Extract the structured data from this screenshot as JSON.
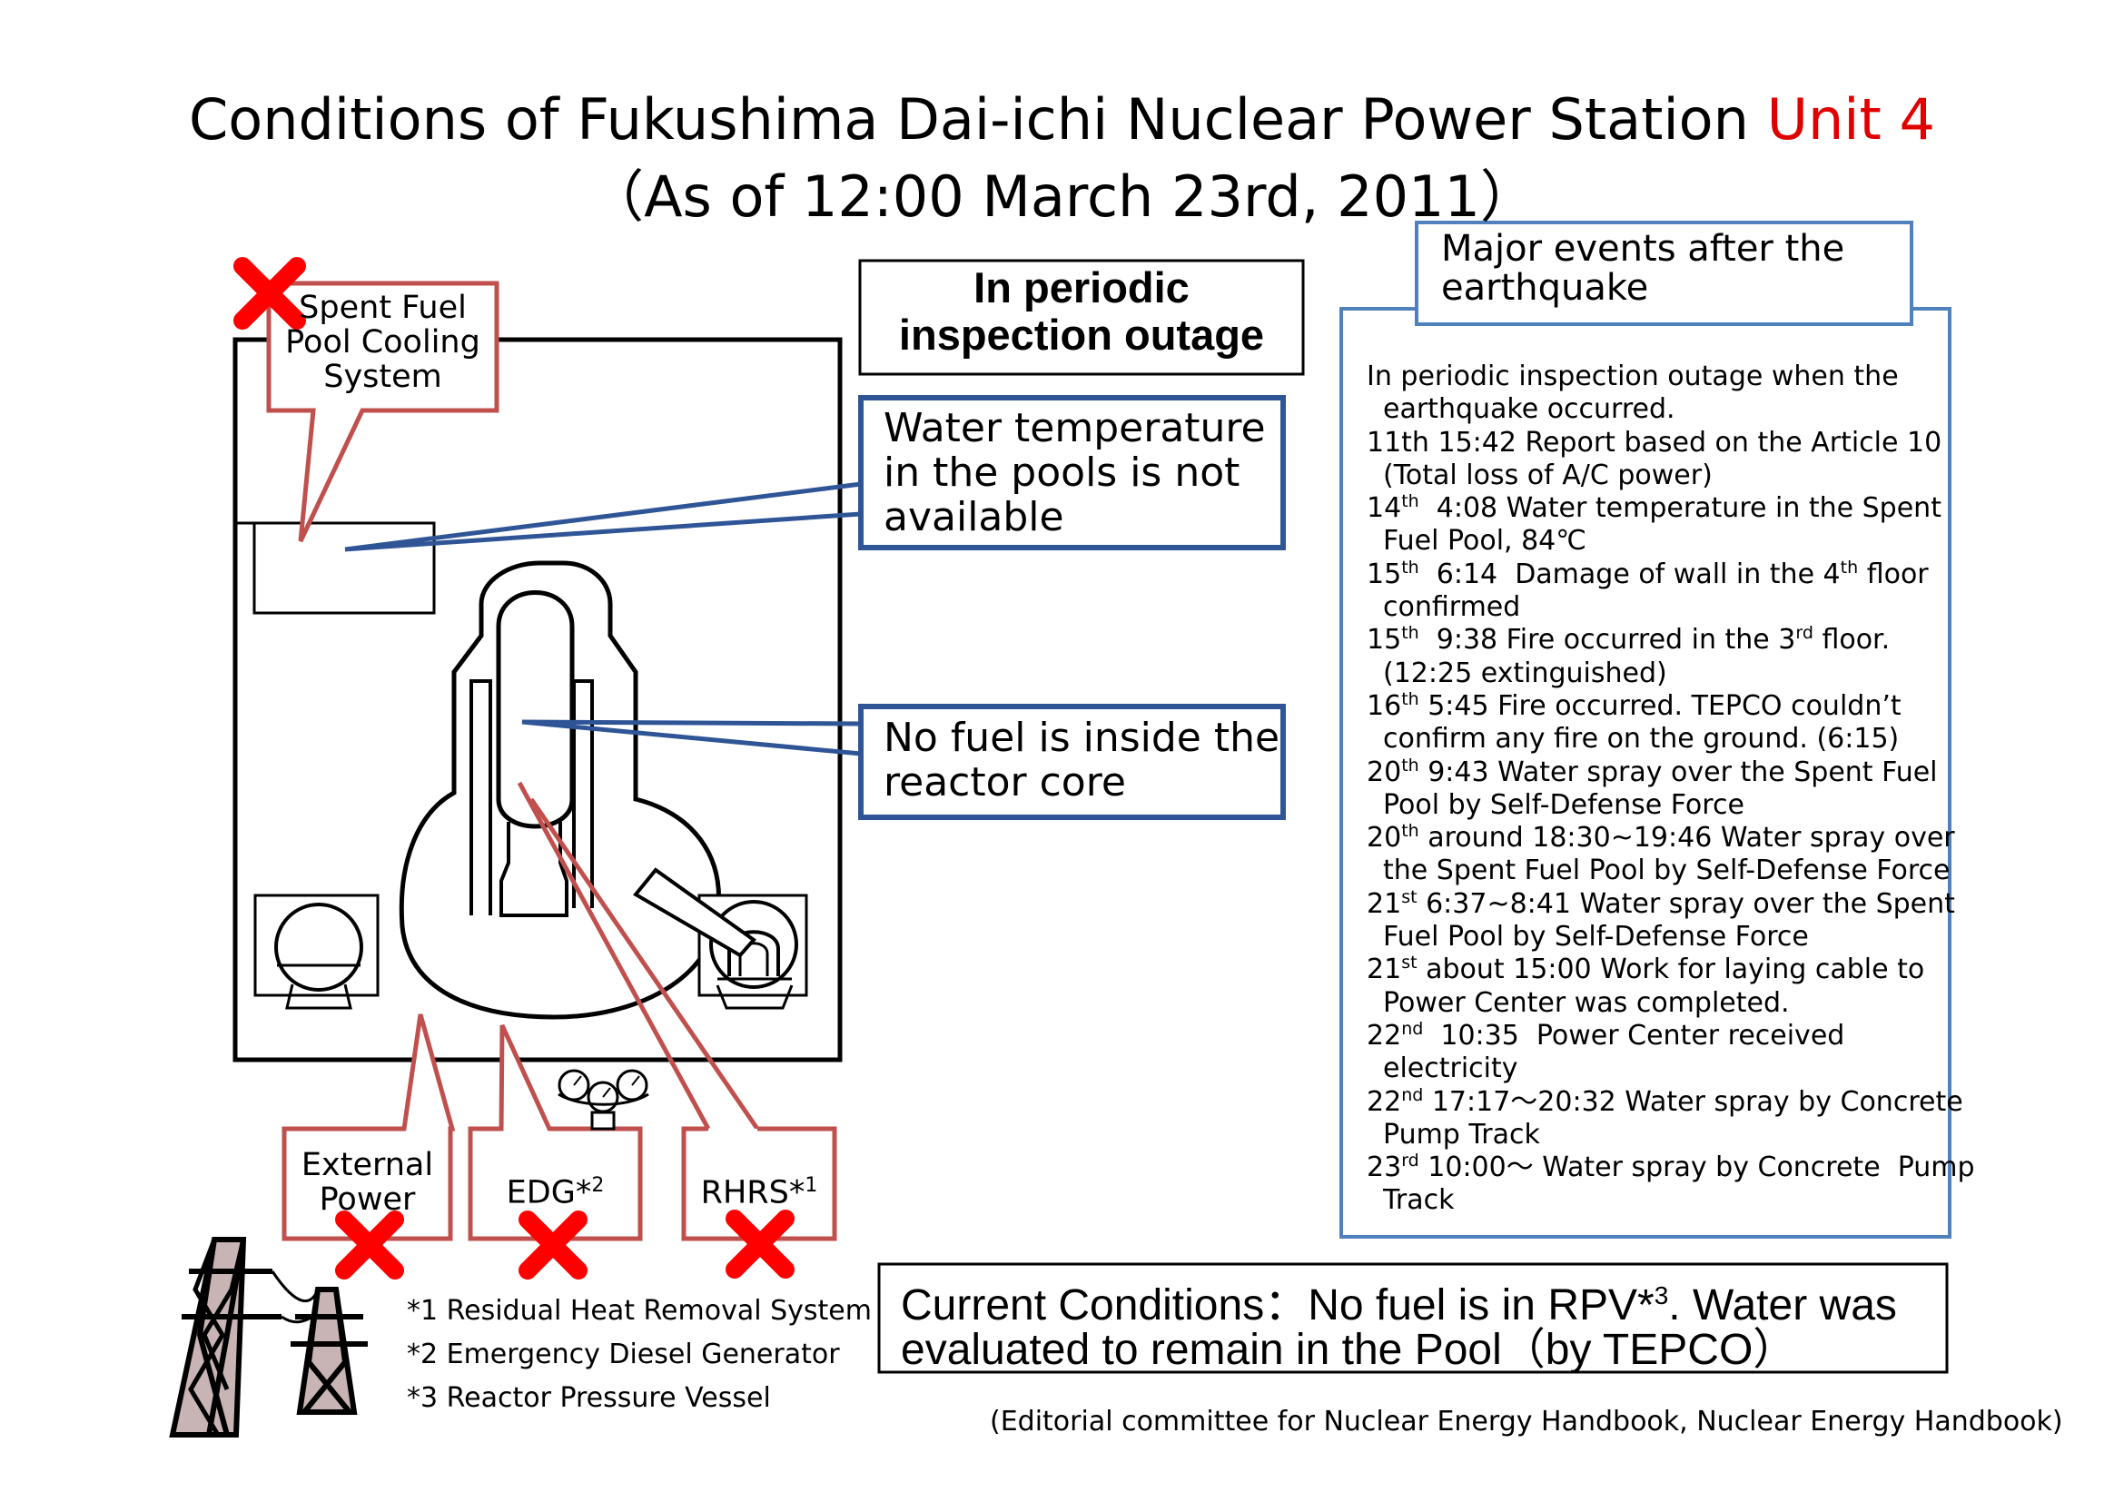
{
  "title": {
    "line1": "Conditions of Fukushima Dai-ichi Nuclear Power Station ",
    "unit": "Unit 4",
    "line2": "（As of 12:00 March 23rd, 2011）"
  },
  "status_box": {
    "line1": "In periodic",
    "line2": "inspection outage"
  },
  "callouts": {
    "spent_fuel_pool_cooling": {
      "line1": "Spent Fuel",
      "line2": "Pool Cooling",
      "line3": "System"
    },
    "water_temperature": {
      "line1": "Water temperature",
      "line2": "in the pools is not",
      "line3": "available"
    },
    "no_fuel_core": {
      "line1": "No fuel is inside the",
      "line2": "reactor core"
    },
    "external_power": {
      "line1": "External",
      "line2": "Power"
    },
    "edg": {
      "label": "EDG*",
      "sup": "2"
    },
    "rhrs": {
      "label": "RHRS*",
      "sup": "1"
    }
  },
  "events": {
    "title_line1": "Major events after the",
    "title_line2": "earthquake",
    "items": [
      {
        "a": "In periodic inspection outage when the",
        "b": "earthquake occurred."
      },
      {
        "a": "11th 15:42 Report based on the Article 10",
        "b": "(Total loss of A/C power)"
      },
      {
        "d": "14",
        "s": "th",
        "a": "  4:08 Water temperature in the Spent",
        "b": "Fuel Pool, 84℃"
      },
      {
        "d": "15",
        "s": "th",
        "a": "  6:14  Damage of wall in the 4",
        "s2": "th",
        "a2": " floor",
        "b": "confirmed"
      },
      {
        "d": "15",
        "s": "th",
        "a": "  9:38 Fire occurred in the 3",
        "s2": "rd",
        "a2": " floor.",
        "b": "(12:25 extinguished)"
      },
      {
        "d": "16",
        "s": "th",
        "a": " 5:45 Fire occurred. TEPCO couldn’t",
        "b": "confirm any fire on the ground. (6:15)"
      },
      {
        "d": "20",
        "s": "th",
        "a": " 9:43 Water spray over the Spent Fuel",
        "b": "Pool by Self-Defense Force"
      },
      {
        "d": "20",
        "s": "th",
        "a": " around 18:30~19:46 Water spray over",
        "b": "the Spent Fuel Pool by Self-Defense Force"
      },
      {
        "d": "21",
        "s": "st",
        "a": " 6:37~8:41 Water spray over the Spent",
        "b": "Fuel Pool by Self-Defense Force"
      },
      {
        "d": "21",
        "s": "st",
        "a": " about 15:00 Work for laying cable to",
        "b": "Power Center was completed."
      },
      {
        "d": "22",
        "s": "nd",
        "a": "  10:35  Power Center received",
        "b": "electricity"
      },
      {
        "d": "22",
        "s": "nd",
        "a": " 17:17～20:32 Water spray by Concrete",
        "b": "Pump Track"
      },
      {
        "d": "23",
        "s": "rd",
        "a": " 10:00～ Water spray by Concrete  Pump",
        "b": "Track"
      }
    ]
  },
  "current_conditions": {
    "prefix": "Current Conditions：No fuel is in RPV*",
    "sup": "3",
    "rest": ". Water was",
    "line2": "evaluated to remain in the Pool（by TEPCO）"
  },
  "footnotes": [
    "*1 Residual Heat Removal System",
    "*2 Emergency Diesel Generator",
    "*3 Reactor Pressure Vessel"
  ],
  "credit": "(Editorial committee for Nuclear Energy Handbook, Nuclear Energy Handbook)",
  "colors": {
    "red_callout": "#c0504d",
    "blue_callout": "#2f5597",
    "events_border": "#4f81bd",
    "cross": "#ff0000",
    "title_unit": "#e00000"
  },
  "icons": [
    "cross-mark-icon",
    "power-tower-icon",
    "gauge-icon"
  ]
}
